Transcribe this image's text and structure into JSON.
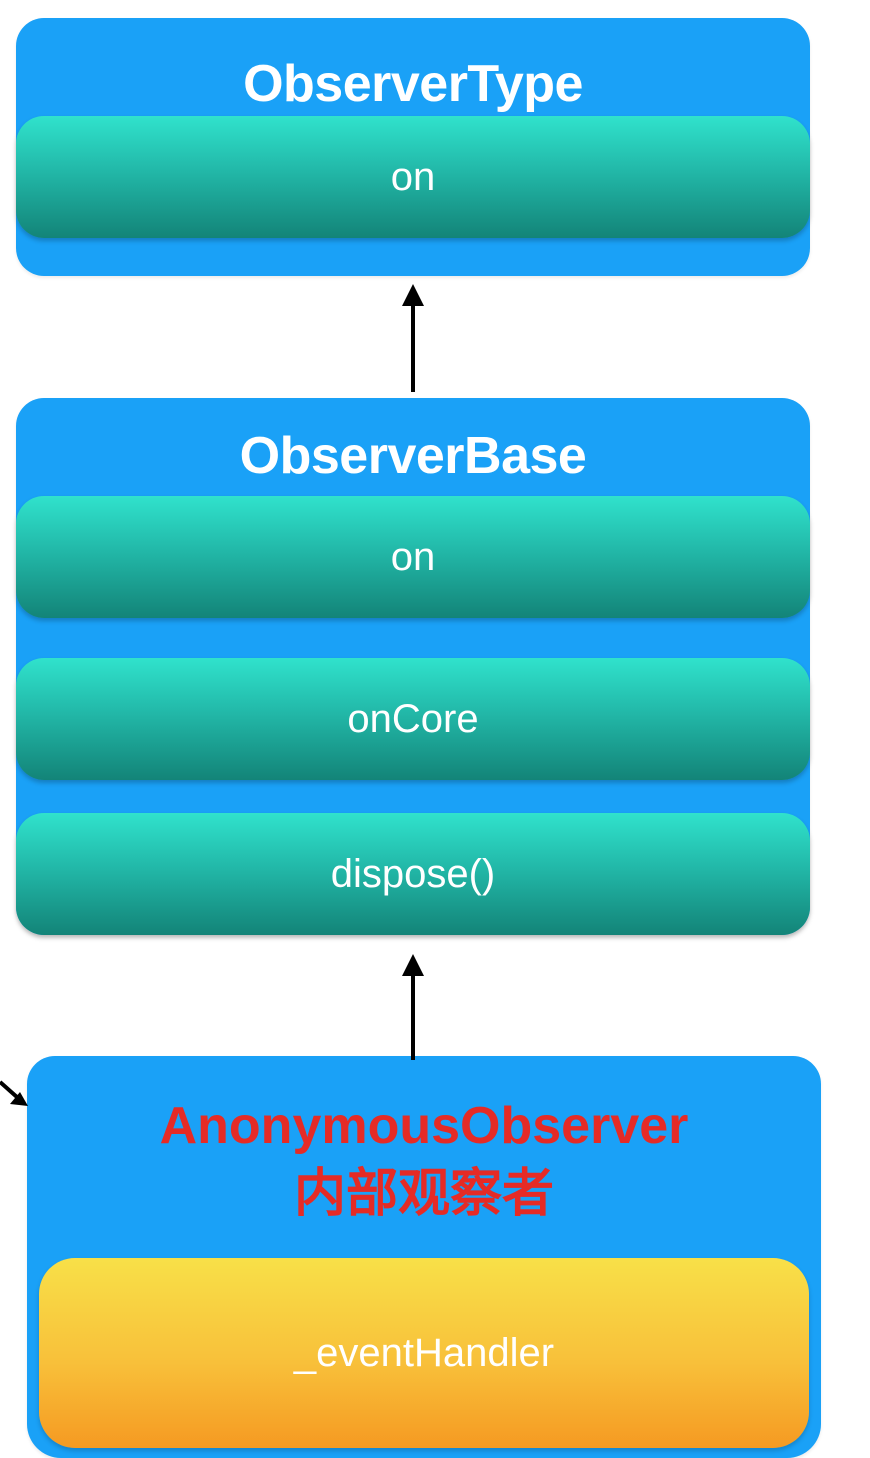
{
  "observer_type": {
    "title": "ObserverType",
    "methods": [
      "on"
    ]
  },
  "observer_base": {
    "title": "ObserverBase",
    "methods": [
      "on",
      "onCore",
      "dispose()"
    ]
  },
  "anonymous_observer": {
    "title": "AnonymousObserver",
    "subtitle": "内部观察者",
    "members": [
      "_eventHandler"
    ]
  },
  "colors": {
    "box": "#1aa1f7",
    "method_pill": "#22b8a8",
    "member_pill": "#f8c03a",
    "anon_title": "#e52b26",
    "arrow": "#000000"
  }
}
